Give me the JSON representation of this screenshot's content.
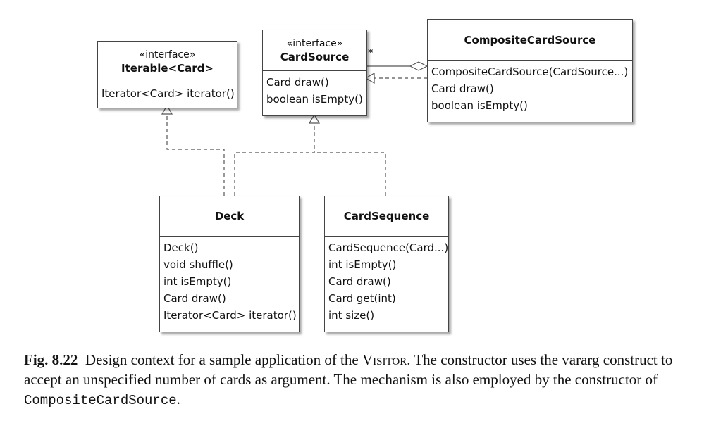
{
  "classes": {
    "iterable": {
      "stereotype": "«interface»",
      "name": "Iterable<Card>",
      "operations": [
        "Iterator<Card> iterator()"
      ]
    },
    "card_source": {
      "stereotype": "«interface»",
      "name": "CardSource",
      "operations": [
        "Card draw()",
        "boolean isEmpty()"
      ]
    },
    "composite_card_source": {
      "name": "CompositeCardSource",
      "operations": [
        "CompositeCardSource(CardSource...)",
        "Card draw()",
        "boolean isEmpty()"
      ]
    },
    "deck": {
      "name": "Deck",
      "operations": [
        "Deck()",
        "void shuffle()",
        "int isEmpty()",
        "Card draw()",
        "Iterator<Card> iterator()"
      ]
    },
    "card_sequence": {
      "name": "CardSequence",
      "operations": [
        "CardSequence(Card...)",
        "int isEmpty()",
        "Card draw()",
        "Card get(int)",
        "int size()"
      ]
    }
  },
  "multiplicity": "*",
  "caption": {
    "figure_number": "Fig. 8.22",
    "text_before_pattern": "Design context for a sample application of the",
    "pattern_name": "Visitor",
    "text_after_pattern": ". The constructor uses the vararg construct to accept an unspecified number of cards as argument. The mechanism is also employed by the constructor of",
    "code_term": "CompositeCardSource",
    "end_punctuation": "."
  }
}
